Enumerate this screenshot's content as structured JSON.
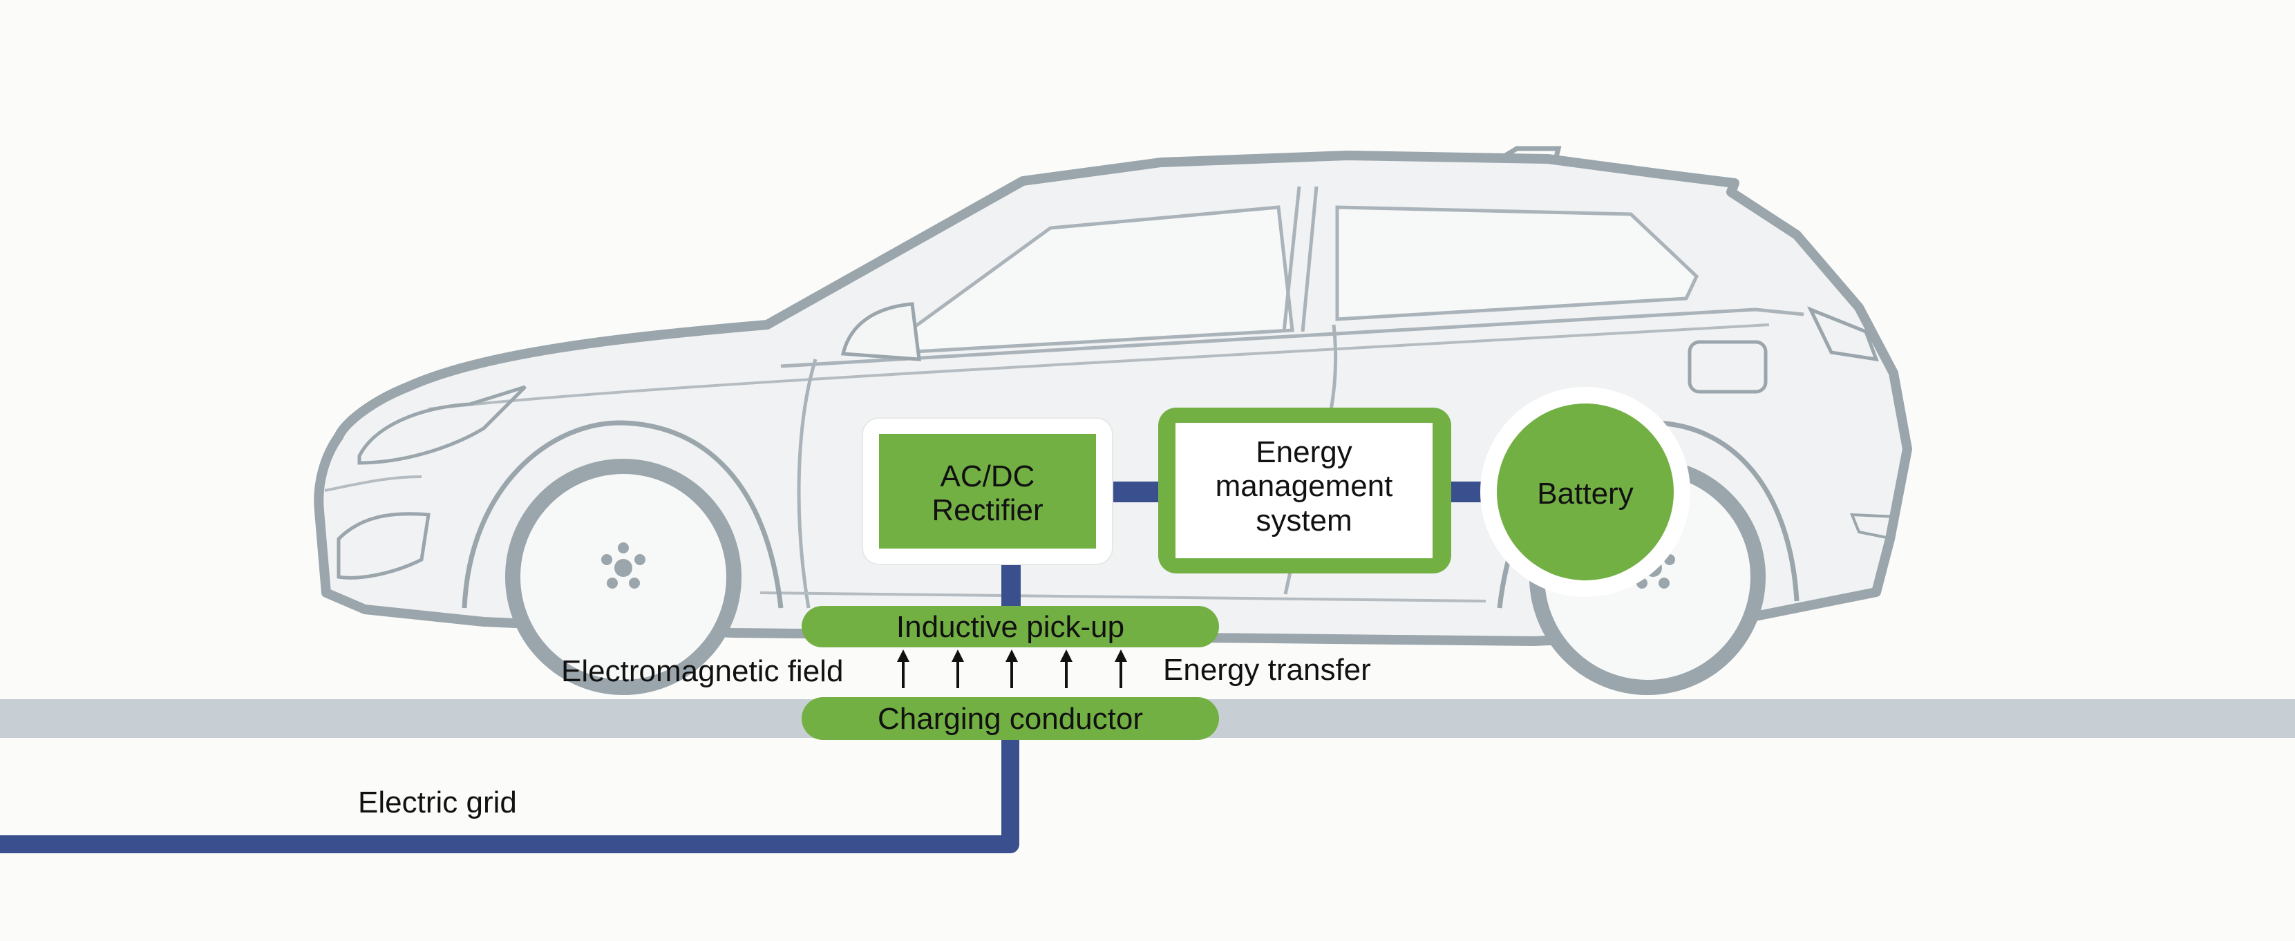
{
  "components": {
    "rectifier": {
      "line1": "AC/DC",
      "line2": "Rectifier"
    },
    "ems": {
      "line1": "Energy",
      "line2": "management",
      "line3": "system"
    },
    "battery": {
      "label": "Battery"
    },
    "pickup": {
      "label": "Inductive pick-up"
    },
    "conductor": {
      "label": "Charging conductor"
    }
  },
  "labels": {
    "em_field": "Electromagnetic field",
    "energy_transfer": "Energy transfer",
    "electric_grid": "Electric grid"
  },
  "colors": {
    "background": "#fbfcfa",
    "green": "#73b044",
    "navy": "#3a4f8d",
    "road": "#c8cfd4",
    "car_outline": "#9aa5ac",
    "car_fill": "#f0f2f3"
  }
}
